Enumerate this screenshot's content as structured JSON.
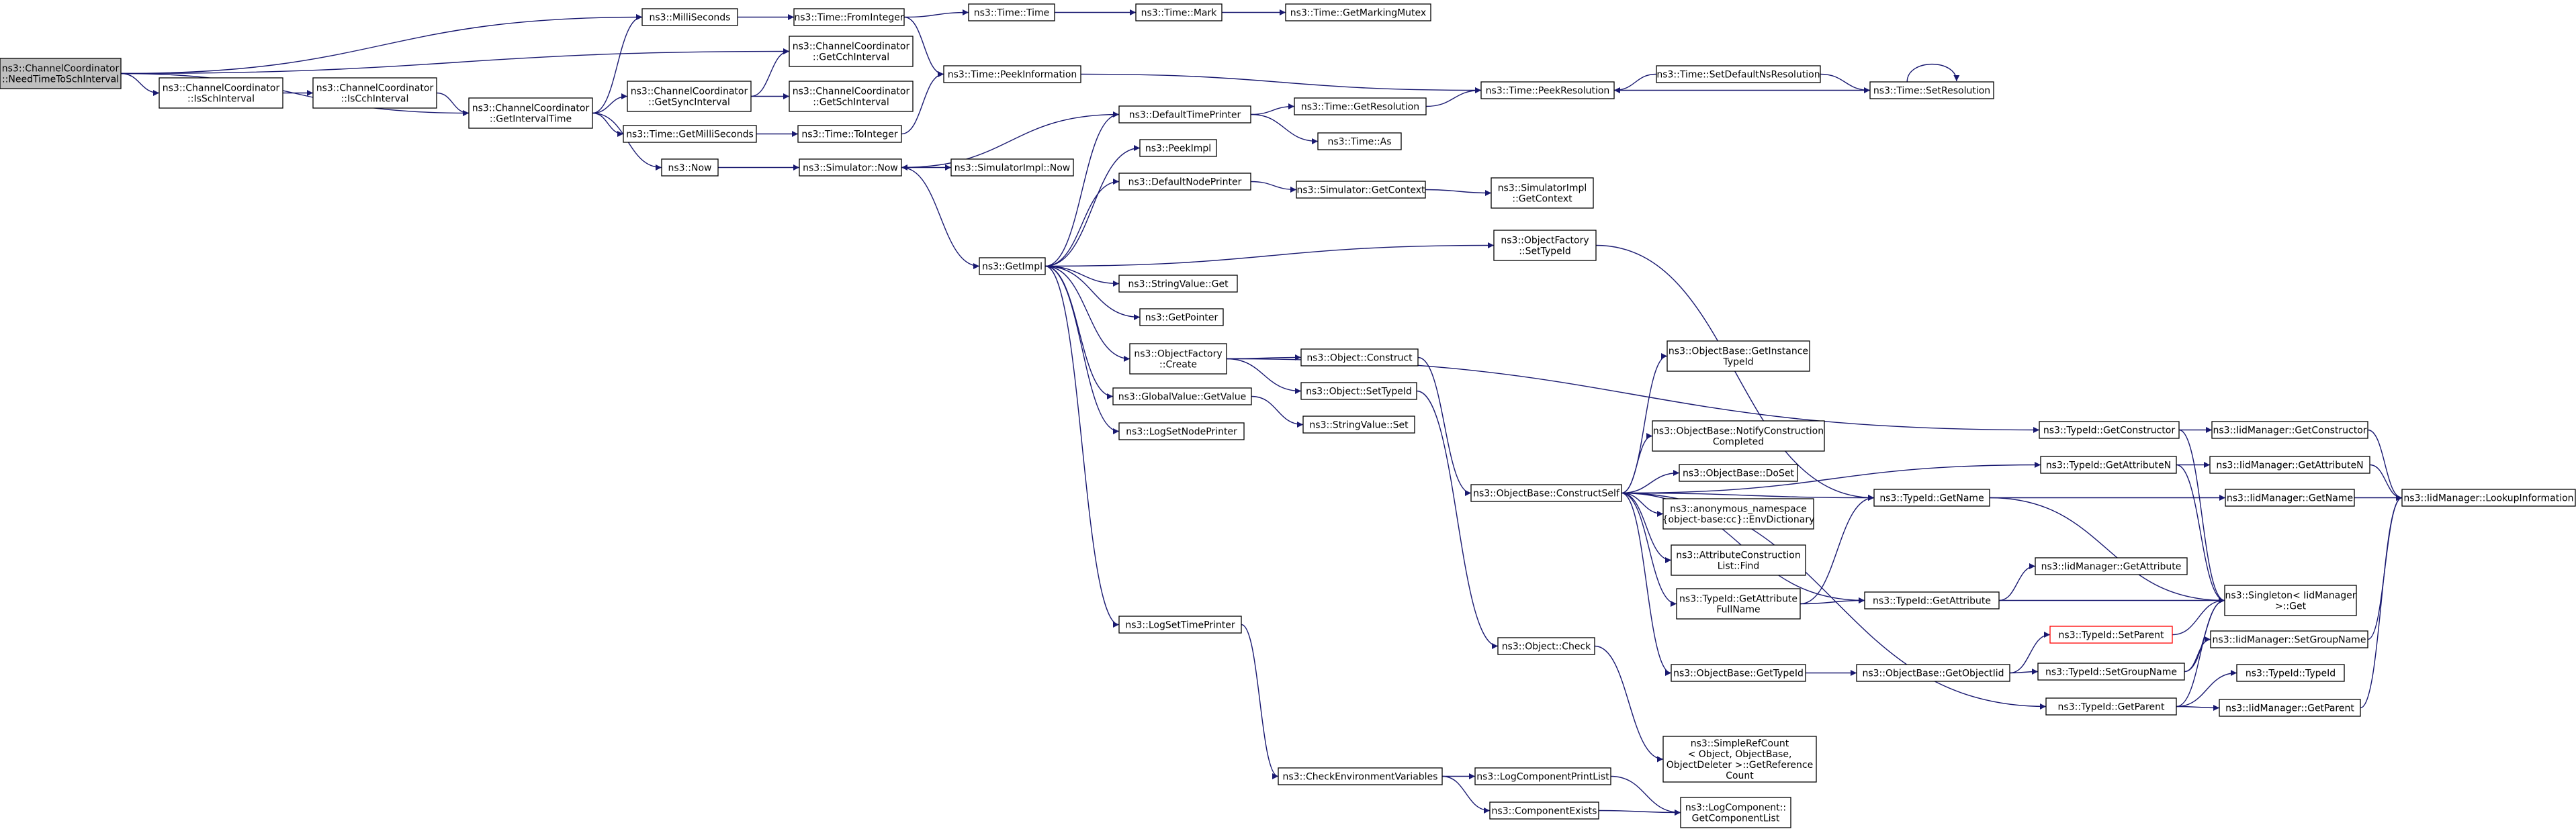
{
  "colors": {
    "edge": "#191970",
    "node_border": "#000000",
    "root_fill": "#bfbfbf",
    "highlight_border": "#ff0000",
    "background": "#ffffff"
  },
  "nodes": [
    {
      "id": "root",
      "lines": [
        "ns3::ChannelCoordinator",
        "::NeedTimeToSchInterval"
      ],
      "kind": "root"
    },
    {
      "id": "isSch",
      "lines": [
        "ns3::ChannelCoordinator",
        "::IsSchInterval"
      ]
    },
    {
      "id": "isCch",
      "lines": [
        "ns3::ChannelCoordinator",
        "::IsCchInterval"
      ]
    },
    {
      "id": "getInterval",
      "lines": [
        "ns3::ChannelCoordinator",
        "::GetIntervalTime"
      ]
    },
    {
      "id": "milli",
      "lines": [
        "ns3::MilliSeconds"
      ]
    },
    {
      "id": "getCch",
      "lines": [
        "ns3::ChannelCoordinator",
        "::GetCchInterval"
      ]
    },
    {
      "id": "getSync",
      "lines": [
        "ns3::ChannelCoordinator",
        "::GetSyncInterval"
      ]
    },
    {
      "id": "getSchI",
      "lines": [
        "ns3::ChannelCoordinator",
        "::GetSchInterval"
      ]
    },
    {
      "id": "getMilli",
      "lines": [
        "ns3::Time::GetMilliSeconds"
      ]
    },
    {
      "id": "now",
      "lines": [
        "ns3::Now"
      ]
    },
    {
      "id": "fromInt",
      "lines": [
        "ns3::Time::FromInteger"
      ]
    },
    {
      "id": "timeTime",
      "lines": [
        "ns3::Time::Time"
      ]
    },
    {
      "id": "mark",
      "lines": [
        "ns3::Time::Mark"
      ]
    },
    {
      "id": "mutex",
      "lines": [
        "ns3::Time::GetMarkingMutex"
      ]
    },
    {
      "id": "peekInfo",
      "lines": [
        "ns3::Time::PeekInformation"
      ]
    },
    {
      "id": "toInt",
      "lines": [
        "ns3::Time::ToInteger"
      ]
    },
    {
      "id": "simNow",
      "lines": [
        "ns3::Simulator::Now"
      ]
    },
    {
      "id": "implNow",
      "lines": [
        "ns3::SimulatorImpl::Now"
      ]
    },
    {
      "id": "peekRes",
      "lines": [
        "ns3::Time::PeekResolution"
      ]
    },
    {
      "id": "setDefRes",
      "lines": [
        "ns3::Time::SetDefaultNsResolution"
      ]
    },
    {
      "id": "setRes",
      "lines": [
        "ns3::Time::SetResolution"
      ]
    },
    {
      "id": "defTime",
      "lines": [
        "ns3::DefaultTimePrinter"
      ]
    },
    {
      "id": "getRes",
      "lines": [
        "ns3::Time::GetResolution"
      ]
    },
    {
      "id": "timeAs",
      "lines": [
        "ns3::Time::As"
      ]
    },
    {
      "id": "peekImpl",
      "lines": [
        "ns3::PeekImpl"
      ]
    },
    {
      "id": "defNode",
      "lines": [
        "ns3::DefaultNodePrinter"
      ]
    },
    {
      "id": "simCtx",
      "lines": [
        "ns3::Simulator::GetContext"
      ]
    },
    {
      "id": "implCtx",
      "lines": [
        "ns3::SimulatorImpl",
        "::GetContext"
      ]
    },
    {
      "id": "getImpl",
      "lines": [
        "ns3::GetImpl"
      ]
    },
    {
      "id": "objFacSet",
      "lines": [
        "ns3::ObjectFactory",
        "::SetTypeId"
      ]
    },
    {
      "id": "strGet",
      "lines": [
        "ns3::StringValue::Get"
      ]
    },
    {
      "id": "getPtr",
      "lines": [
        "ns3::GetPointer"
      ]
    },
    {
      "id": "objFacCreate",
      "lines": [
        "ns3::ObjectFactory",
        "::Create"
      ]
    },
    {
      "id": "objConstruct",
      "lines": [
        "ns3::Object::Construct"
      ]
    },
    {
      "id": "objSetType",
      "lines": [
        "ns3::Object::SetTypeId"
      ]
    },
    {
      "id": "globalGet",
      "lines": [
        "ns3::GlobalValue::GetValue"
      ]
    },
    {
      "id": "strSet",
      "lines": [
        "ns3::StringValue::Set"
      ]
    },
    {
      "id": "logNode",
      "lines": [
        "ns3::LogSetNodePrinter"
      ]
    },
    {
      "id": "logTime",
      "lines": [
        "ns3::LogSetTimePrinter"
      ]
    },
    {
      "id": "checkEnv",
      "lines": [
        "ns3::CheckEnvironmentVariables"
      ]
    },
    {
      "id": "logPrint",
      "lines": [
        "ns3::LogComponentPrintList"
      ]
    },
    {
      "id": "compExists",
      "lines": [
        "ns3::ComponentExists"
      ]
    },
    {
      "id": "getCompList",
      "lines": [
        "ns3::LogComponent::",
        "GetComponentList"
      ]
    },
    {
      "id": "constructSelf",
      "lines": [
        "ns3::ObjectBase::ConstructSelf"
      ]
    },
    {
      "id": "getInst",
      "lines": [
        "ns3::ObjectBase::GetInstance",
        "TypeId"
      ]
    },
    {
      "id": "notify",
      "lines": [
        "ns3::ObjectBase::NotifyConstruction",
        "Completed"
      ]
    },
    {
      "id": "doSet",
      "lines": [
        "ns3::ObjectBase::DoSet"
      ]
    },
    {
      "id": "envDict",
      "lines": [
        "ns3::anonymous_namespace",
        "{object-base:cc}::EnvDictionary"
      ]
    },
    {
      "id": "attrFind",
      "lines": [
        "ns3::AttributeConstruction",
        "List::Find"
      ]
    },
    {
      "id": "attrFull",
      "lines": [
        "ns3::TypeId::GetAttribute",
        "FullName"
      ]
    },
    {
      "id": "obGetType",
      "lines": [
        "ns3::ObjectBase::GetTypeId"
      ]
    },
    {
      "id": "objCheck",
      "lines": [
        "ns3::Object::Check"
      ]
    },
    {
      "id": "refCount",
      "lines": [
        "ns3::SimpleRefCount",
        "< Object, ObjectBase,",
        "ObjectDeleter >::GetReference",
        "Count"
      ]
    },
    {
      "id": "tGetName",
      "lines": [
        "ns3::TypeId::GetName"
      ]
    },
    {
      "id": "tGetAttr",
      "lines": [
        "ns3::TypeId::GetAttribute"
      ]
    },
    {
      "id": "obGetObjId",
      "lines": [
        "ns3::ObjectBase::GetObjectIid"
      ]
    },
    {
      "id": "tGetCtor",
      "lines": [
        "ns3::TypeId::GetConstructor"
      ]
    },
    {
      "id": "tGetAttrN",
      "lines": [
        "ns3::TypeId::GetAttributeN"
      ]
    },
    {
      "id": "iGetAttr",
      "lines": [
        "ns3::IidManager::GetAttribute"
      ]
    },
    {
      "id": "tSetParent",
      "lines": [
        "ns3::TypeId::SetParent"
      ],
      "kind": "red"
    },
    {
      "id": "tSetGroup",
      "lines": [
        "ns3::TypeId::SetGroupName"
      ]
    },
    {
      "id": "tGetParent",
      "lines": [
        "ns3::TypeId::GetParent"
      ]
    },
    {
      "id": "iGetCtor",
      "lines": [
        "ns3::IidManager::GetConstructor"
      ]
    },
    {
      "id": "iGetAttrN",
      "lines": [
        "ns3::IidManager::GetAttributeN"
      ]
    },
    {
      "id": "iGetName",
      "lines": [
        "ns3::IidManager::GetName"
      ]
    },
    {
      "id": "singleton",
      "lines": [
        "ns3::Singleton< IidManager",
        ">::Get"
      ]
    },
    {
      "id": "iSetGroup",
      "lines": [
        "ns3::IidManager::SetGroupName"
      ]
    },
    {
      "id": "tTypeId",
      "lines": [
        "ns3::TypeId::TypeId"
      ]
    },
    {
      "id": "iGetParent",
      "lines": [
        "ns3::IidManager::GetParent"
      ]
    },
    {
      "id": "lookup",
      "lines": [
        "ns3::IidManager::LookupInformation"
      ]
    }
  ],
  "edges": [
    [
      "root",
      "milli"
    ],
    [
      "root",
      "getCch"
    ],
    [
      "root",
      "isSch"
    ],
    [
      "root",
      "getInterval"
    ],
    [
      "isSch",
      "isCch"
    ],
    [
      "isCch",
      "getInterval"
    ],
    [
      "getInterval",
      "milli"
    ],
    [
      "getInterval",
      "getSync"
    ],
    [
      "getInterval",
      "getMilli"
    ],
    [
      "getInterval",
      "now"
    ],
    [
      "getSync",
      "getCch"
    ],
    [
      "getSync",
      "getSchI"
    ],
    [
      "milli",
      "fromInt"
    ],
    [
      "fromInt",
      "timeTime"
    ],
    [
      "fromInt",
      "peekInfo"
    ],
    [
      "timeTime",
      "mark"
    ],
    [
      "mark",
      "mutex"
    ],
    [
      "getMilli",
      "toInt"
    ],
    [
      "toInt",
      "peekInfo"
    ],
    [
      "peekInfo",
      "peekRes"
    ],
    [
      "now",
      "simNow"
    ],
    [
      "simNow",
      "implNow"
    ],
    [
      "simNow",
      "getImpl"
    ],
    [
      "setDefRes",
      "peekRes"
    ],
    [
      "setDefRes",
      "setRes"
    ],
    [
      "setRes",
      "peekRes"
    ],
    [
      "setRes",
      "setRes"
    ],
    [
      "getImpl",
      "defTime"
    ],
    [
      "getImpl",
      "peekImpl"
    ],
    [
      "getImpl",
      "defNode"
    ],
    [
      "getImpl",
      "objFacSet"
    ],
    [
      "getImpl",
      "strGet"
    ],
    [
      "getImpl",
      "getPtr"
    ],
    [
      "getImpl",
      "objFacCreate"
    ],
    [
      "getImpl",
      "globalGet"
    ],
    [
      "getImpl",
      "logNode"
    ],
    [
      "getImpl",
      "logTime"
    ],
    [
      "defTime",
      "simNow"
    ],
    [
      "defTime",
      "getRes"
    ],
    [
      "defTime",
      "timeAs"
    ],
    [
      "getRes",
      "peekRes"
    ],
    [
      "defNode",
      "simCtx"
    ],
    [
      "simCtx",
      "implCtx"
    ],
    [
      "objFacSet",
      "tGetName"
    ],
    [
      "objFacCreate",
      "objConstruct"
    ],
    [
      "objFacCreate",
      "objSetType"
    ],
    [
      "objFacCreate",
      "tGetCtor"
    ],
    [
      "objConstruct",
      "constructSelf"
    ],
    [
      "objSetType",
      "objCheck"
    ],
    [
      "globalGet",
      "strSet"
    ],
    [
      "logTime",
      "checkEnv"
    ],
    [
      "checkEnv",
      "logPrint"
    ],
    [
      "checkEnv",
      "compExists"
    ],
    [
      "logPrint",
      "getCompList"
    ],
    [
      "compExists",
      "getCompList"
    ],
    [
      "constructSelf",
      "getInst"
    ],
    [
      "constructSelf",
      "notify"
    ],
    [
      "constructSelf",
      "doSet"
    ],
    [
      "constructSelf",
      "envDict"
    ],
    [
      "constructSelf",
      "attrFind"
    ],
    [
      "constructSelf",
      "attrFull"
    ],
    [
      "constructSelf",
      "obGetType"
    ],
    [
      "constructSelf",
      "tGetName"
    ],
    [
      "constructSelf",
      "tGetAttrN"
    ],
    [
      "constructSelf",
      "tGetAttr"
    ],
    [
      "constructSelf",
      "tGetParent"
    ],
    [
      "attrFull",
      "tGetName"
    ],
    [
      "attrFull",
      "tGetAttr"
    ],
    [
      "objCheck",
      "refCount"
    ],
    [
      "obGetType",
      "obGetObjId"
    ],
    [
      "obGetObjId",
      "tSetParent"
    ],
    [
      "obGetObjId",
      "tSetGroup"
    ],
    [
      "tGetName",
      "iGetName"
    ],
    [
      "tGetName",
      "singleton"
    ],
    [
      "tGetAttr",
      "iGetAttr"
    ],
    [
      "tGetAttr",
      "singleton"
    ],
    [
      "tGetCtor",
      "iGetCtor"
    ],
    [
      "tGetCtor",
      "singleton"
    ],
    [
      "tGetAttrN",
      "iGetAttrN"
    ],
    [
      "tGetAttrN",
      "singleton"
    ],
    [
      "tSetParent",
      "singleton"
    ],
    [
      "tSetGroup",
      "singleton"
    ],
    [
      "tSetGroup",
      "iSetGroup"
    ],
    [
      "tGetParent",
      "singleton"
    ],
    [
      "tGetParent",
      "tTypeId"
    ],
    [
      "tGetParent",
      "iGetParent"
    ],
    [
      "iGetCtor",
      "lookup"
    ],
    [
      "iGetAttrN",
      "lookup"
    ],
    [
      "iGetName",
      "lookup"
    ],
    [
      "iSetGroup",
      "lookup"
    ],
    [
      "iGetParent",
      "lookup"
    ]
  ]
}
